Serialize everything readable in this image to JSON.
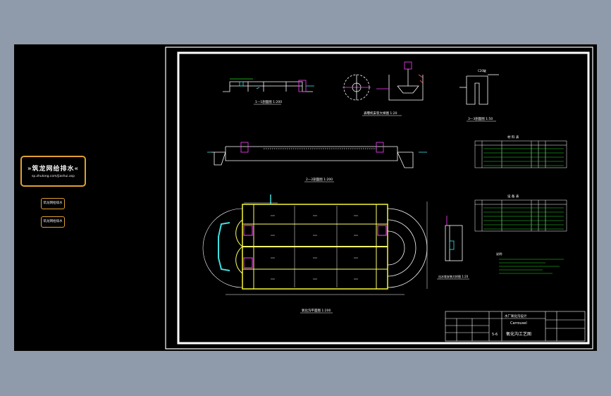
{
  "left_panel": {
    "logo_title": "»筑龙网给排水«",
    "logo_url": "sp.zhulong.com/jiashui.asp",
    "button_1_label": "筑龙网给排水",
    "button_2_label": "筑龙网给排水"
  },
  "drawing": {
    "section_1_caption": "1—1剖面图  1:200",
    "detail_caption": "表曝机安装大样图 1:20",
    "section_3_caption": "3—3剖面图 1:50",
    "section_2_caption": "2—2剖面图  1:200",
    "plan_caption": "氧化沟平面图  1:200",
    "detail_2_caption": "出水堆安装大样图 1:20",
    "table_1_title": "材 料 表",
    "table_2_title": "设 备 表",
    "notes_title": "说明:",
    "dim_label": "C20破"
  },
  "title_block": {
    "project": "水厂氧化沟设计",
    "drawing_name_en": "Carrousel",
    "drawing_name_cn": "氧化沟工艺图",
    "sheet_no": "5-6"
  },
  "colors": {
    "drawing_line": "#ffffff",
    "plan_outline": "#e8e832",
    "tank_walls": "#ffff66",
    "equipment": "#ff40ff",
    "table_rows": "#20e020",
    "accent_cyan": "#40e0e0",
    "logo_border": "#e0a030"
  }
}
